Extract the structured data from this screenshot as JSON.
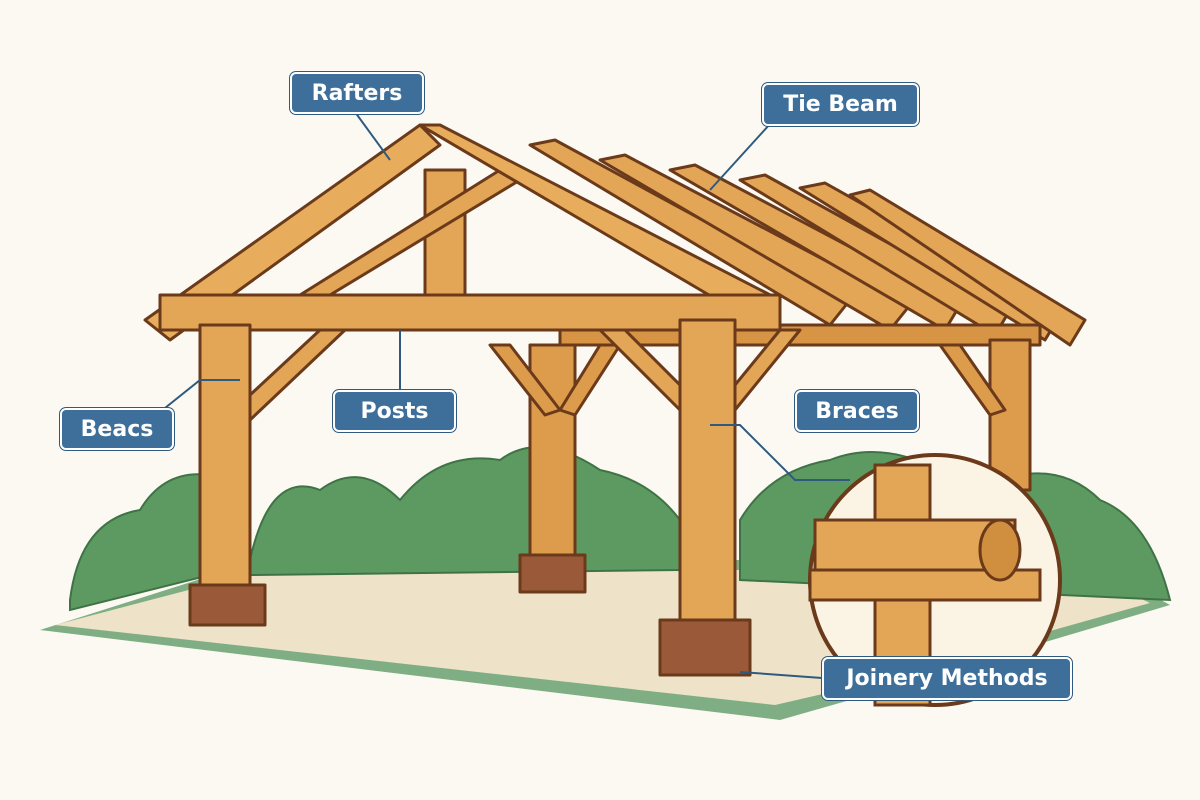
{
  "labels": {
    "rafters": "Rafters",
    "tie_beam": "Tie Beam",
    "beacs": "Beacs",
    "posts": "Posts",
    "braces": "Braces",
    "joinery": "Joinery Methods"
  },
  "colors": {
    "background": "#fbf9f1",
    "label": "#3d6f9a",
    "wood": "#e0a24e",
    "wood_outline": "#6b3a1a",
    "foliage": "#5d9a62",
    "ground": "#eee3c9",
    "post_base": "#9a5a3a"
  }
}
